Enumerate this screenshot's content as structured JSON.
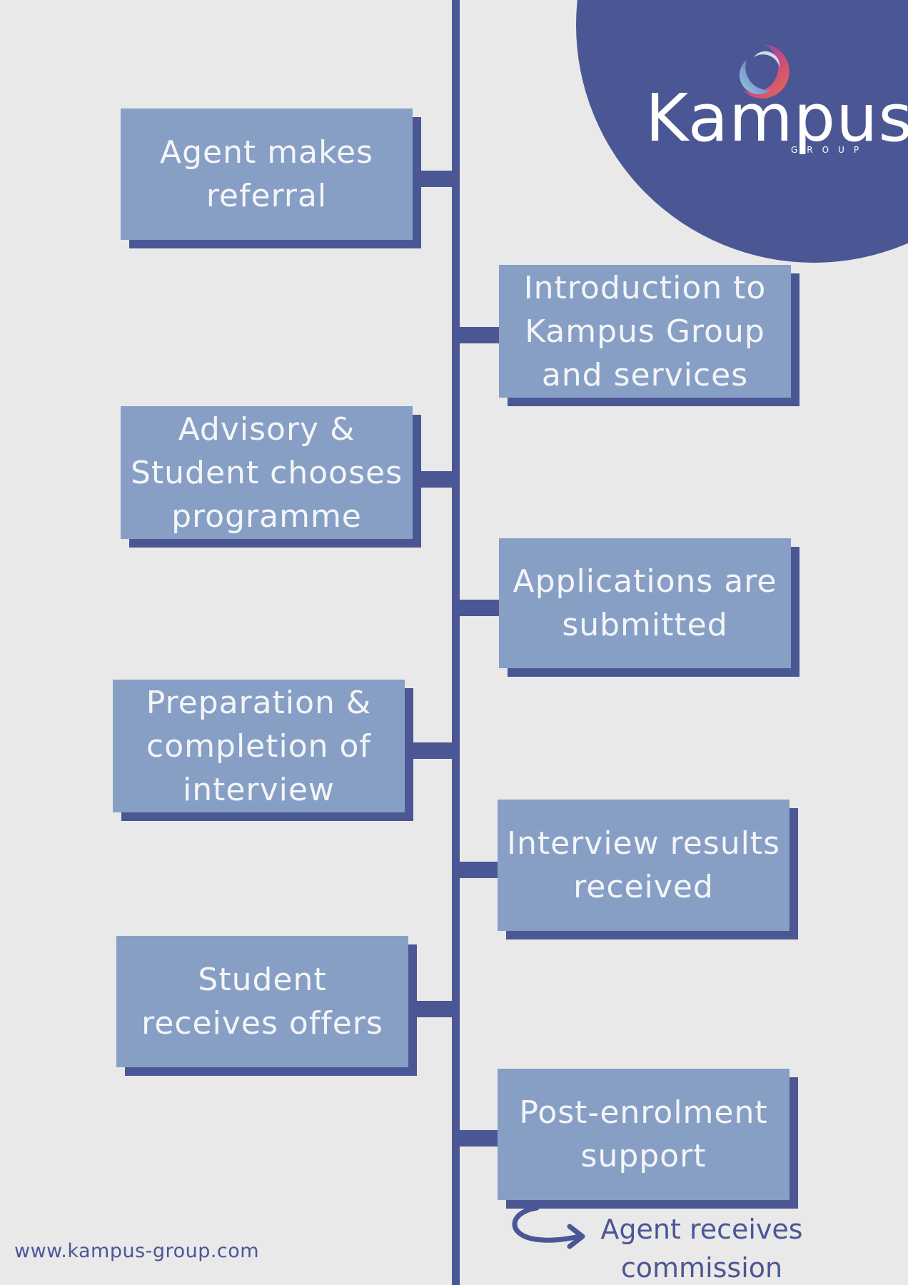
{
  "brand": {
    "name": "Kampus",
    "tagline": "GROUP",
    "website": "www.kampus-group.com"
  },
  "colors": {
    "background": "#e9e9ea",
    "accent": "#4b5794",
    "box": "#879fc5",
    "box_text": "#f4f5f8"
  },
  "steps": [
    {
      "label": "Agent makes\nreferral",
      "side": "left"
    },
    {
      "label": "Introduction to\nKampus Group\nand services",
      "side": "right"
    },
    {
      "label": "Advisory &\nStudent chooses\nprogramme",
      "side": "left"
    },
    {
      "label": "Applications are\nsubmitted",
      "side": "right"
    },
    {
      "label": "Preparation &\ncompletion of\ninterview",
      "side": "left"
    },
    {
      "label": "Interview results\nreceived",
      "side": "right"
    },
    {
      "label": "Student\nreceives offers",
      "side": "left"
    },
    {
      "label": "Post-enrolment\nsupport",
      "side": "right"
    }
  ],
  "final_note": "Agent receives\ncommission"
}
